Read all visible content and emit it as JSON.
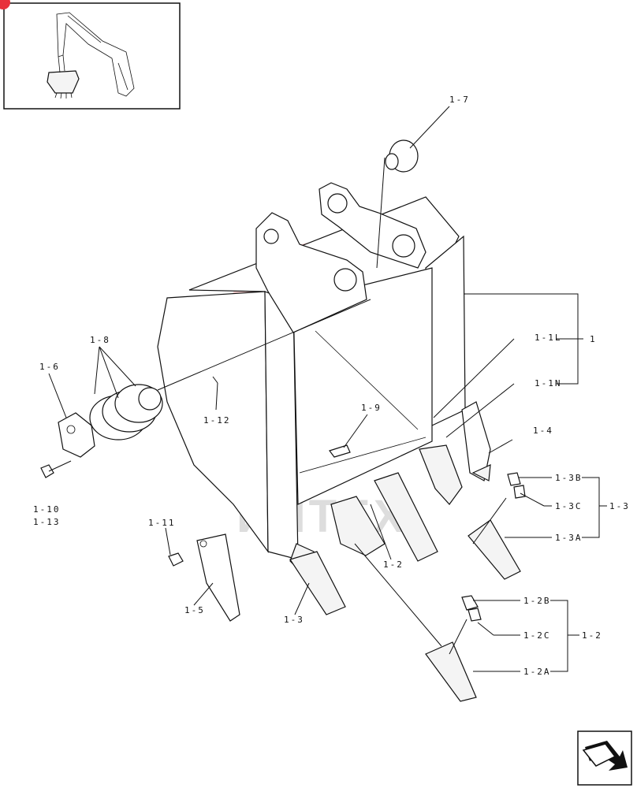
{
  "watermark": "ИНТЕХ",
  "colors": {
    "line": "#111111",
    "watermark_logo": "#e85a5a",
    "badge": "#e8323c",
    "watermark_text": "#cfcfcf"
  },
  "icons": {
    "thumbnail": "excavator-thumbnail-icon",
    "next": "next-page-arrow-icon",
    "logo": "gear-logo-watermark-icon"
  },
  "labels": {
    "l1_7": "1-7",
    "l1_8": "1-8",
    "l1_6": "1-6",
    "l1_10": "1-10",
    "l1_13": "1-13",
    "l1_12": "1-12",
    "l1_9": "1-9",
    "l1_1L": "1-1L",
    "l1": "1",
    "l1_1N": "1-1N",
    "l1_4": "1-4",
    "l1_3B": "1-3B",
    "l1_3C": "1-3C",
    "l1_3": "1-3",
    "l1_3A": "1-3A",
    "l1_11": "1-11",
    "l1_5": "1-5",
    "l1_3b": "1-3",
    "l1_2a": "1-2",
    "l1_2B": "1-2B",
    "l1_2C": "1-2C",
    "l1_2": "1-2",
    "l1_2A": "1-2A"
  }
}
